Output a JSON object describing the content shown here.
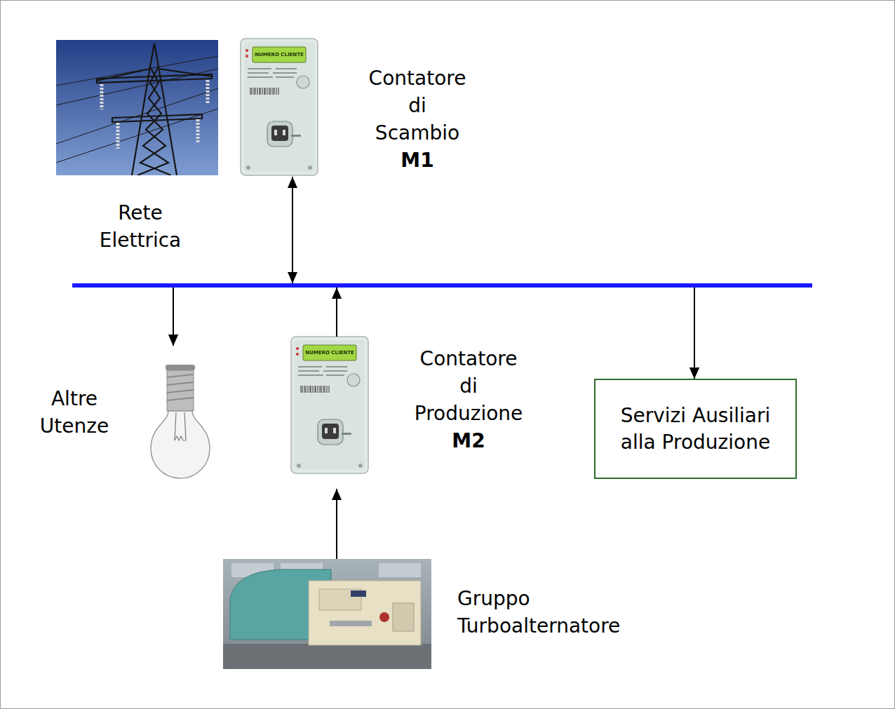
{
  "diagram": {
    "nodes": [
      {
        "text": [
          "Rete Elettrica"
        ]
      },
      {
        "text": [
          "Contatore di Scambio",
          "M1"
        ]
      },
      {
        "text": [
          "Altre Utenze"
        ]
      },
      {
        "text": [
          "Contatore di Produzione",
          "M2"
        ]
      },
      {
        "text": [
          "Servizi Ausiliari alla Produzione"
        ]
      },
      {
        "text": [
          "Gruppo Turboalternatore"
        ]
      }
    ],
    "edges": [
      {
        "from": 5,
        "to": 3,
        "arrow": "to"
      },
      {
        "from": 3,
        "to": 1,
        "arrow": "to"
      },
      {
        "from": 3,
        "to": 2,
        "arrow": "to"
      },
      {
        "from": 3,
        "to": 4,
        "arrow": "to"
      },
      {
        "from": 1,
        "to": 2,
        "arrow": "to"
      },
      {
        "from": 1,
        "to": 4,
        "arrow": "to"
      }
    ],
    "labels": [
      "NUMERO CLIENTE",
      "NUMERO CLIENTE"
    ]
  }
}
